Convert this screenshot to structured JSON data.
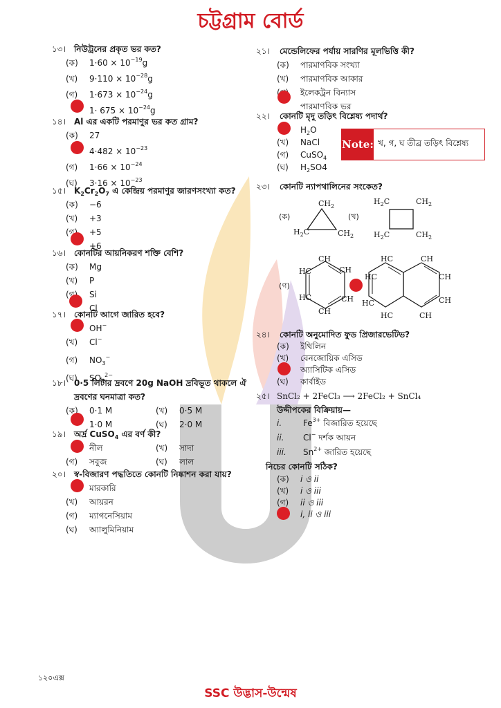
{
  "page": {
    "title": "চট্টগ্রাম বোর্ড",
    "footer_left": "১২০এক্স",
    "footer_brand": "SSC উদ্ভাস-উন্মেষ"
  },
  "q13": {
    "num": "১৩।",
    "text": "নিউট্রনের প্রকৃত ভর কত?",
    "opts": [
      {
        "label": "(ক)",
        "value": "1·60 × 10",
        "exp": "−19",
        "unit": "g"
      },
      {
        "label": "(খ)",
        "value": "9·110 × 10",
        "exp": "−28",
        "unit": "g"
      },
      {
        "label": "(গ)",
        "value": "1·673 × 10",
        "exp": "−24",
        "unit": "g"
      },
      {
        "label": "",
        "value": "1· 675 × 10",
        "exp": "−24",
        "unit": "g"
      }
    ]
  },
  "q14": {
    "num": "১৪।",
    "text": "Al এর একটি পরমাণুর ভর কত গ্রাম?",
    "opts": [
      {
        "label": "(ক)",
        "value": "27",
        "exp": ""
      },
      {
        "label": "",
        "value": "4·482 × 10",
        "exp": "−23"
      },
      {
        "label": "(গ)",
        "value": "1·66 × 10",
        "exp": "−24"
      },
      {
        "label": "(ঘ)",
        "value": "3·16 × 10",
        "exp": "−23"
      }
    ]
  },
  "q15": {
    "num": "১৫।",
    "formula_a": "K",
    "sub_a": "2",
    "formula_b": "Cr",
    "sub_b": "2",
    "formula_c": "O",
    "sub_c": "7",
    "text": " এ কেন্দ্রিয় পরমাণুর জারণসংখ্যা কত?",
    "opts": [
      {
        "label": "(ক)",
        "value": "−6"
      },
      {
        "label": "(খ)",
        "value": "+3"
      },
      {
        "label": "(গ)",
        "value": "+5"
      },
      {
        "label": "",
        "value": "+6"
      }
    ]
  },
  "q16": {
    "num": "১৬।",
    "text": "কোনটির আয়নিকরণ শক্তি বেশি?",
    "opts": [
      {
        "label": "(ক)",
        "value": "Mg"
      },
      {
        "label": "(খ)",
        "value": "P"
      },
      {
        "label": "(গ)",
        "value": "Si"
      },
      {
        "label": "",
        "value": "Cl"
      }
    ]
  },
  "q17": {
    "num": "১৭।",
    "text": "কোনটি আগে জারিত হবে?",
    "opts": [
      {
        "label": "",
        "value": "OH",
        "sup": "−",
        "sub": ""
      },
      {
        "label": "(খ)",
        "value": "Cl",
        "sup": "−",
        "sub": ""
      },
      {
        "label": "(গ)",
        "value": "NO",
        "sup": "−",
        "sub": "3"
      },
      {
        "label": "(ঘ)",
        "value": "SO",
        "sup": "2−",
        "sub": "4"
      }
    ]
  },
  "q18": {
    "num": "১৮।",
    "text_a": "0·5 লিটার দ্রবণে 20g NaOH দ্রবিভূত থাকলে ঐ",
    "text_b": "দ্রবণের ঘনমাত্রা কত?",
    "opts": [
      {
        "label": "(ক)",
        "value": "0·1 M"
      },
      {
        "label": "(খ)",
        "value": "0·5 M"
      },
      {
        "label": "",
        "value": "1·0 M"
      },
      {
        "label": "(ঘ)",
        "value": "2·0 M"
      }
    ]
  },
  "q19": {
    "num": "১৯।",
    "text_a": "অর্দ্র CuSO",
    "sub": "4",
    "text_b": " এর বর্ণ কী?",
    "opts": [
      {
        "label": "",
        "value": "নীল"
      },
      {
        "label": "(খ)",
        "value": "সাদা"
      },
      {
        "label": "(গ)",
        "value": "সবুজ"
      },
      {
        "label": "(ঘ)",
        "value": "লাল"
      }
    ]
  },
  "q20": {
    "num": "২০।",
    "text": "স্ব-বিজারণ পদ্ধতিতে কোনটি নিষ্কাশন করা যায়?",
    "opts": [
      {
        "label": "",
        "value": "মারকারি"
      },
      {
        "label": "(খ)",
        "value": "আয়রন"
      },
      {
        "label": "(গ)",
        "value": "ম্যাগনেসিয়াম"
      },
      {
        "label": "(ঘ)",
        "value": "অ্যালুমিনিয়াম"
      }
    ]
  },
  "q21": {
    "num": "২১।",
    "text": "মেন্ডেলিফের পর্যায় সারণির মূলভিত্তি কী?",
    "opts": [
      {
        "label": "(ক)",
        "value": "পারমাণবিক সংখ্যা"
      },
      {
        "label": "(খ)",
        "value": "পারমাণবিক আকার"
      },
      {
        "label": "(গ)",
        "value": "ইলেকট্রন বিন্যাস"
      },
      {
        "label": "",
        "value": "পারমাণবিক ভর"
      }
    ]
  },
  "q22": {
    "num": "২২।",
    "text": "কোনটি মৃদু তড়িৎ বিশ্লেষ্য পদার্থ?",
    "opts": [
      {
        "label": "",
        "value": "H",
        "sub": "2",
        "tail": "O"
      },
      {
        "label": "(খ)",
        "value": "NaCl",
        "sub": "",
        "tail": ""
      },
      {
        "label": "(গ)",
        "value": "CuSO",
        "sub": "4",
        "tail": ""
      },
      {
        "label": "(ঘ)",
        "value": "H",
        "sub": "2",
        "tail": "SO4"
      }
    ]
  },
  "note": {
    "label": "Note:",
    "text": "খ, গ, ঘ তীব্র তড়িৎ বিশ্লেষ্য"
  },
  "q23": {
    "num": "২৩।",
    "text": "কোনটি ন্যাপথালিনের সংকেত?",
    "opt_a": "(ক)",
    "opt_b": "(খ)",
    "opt_c": "(গ)",
    "ch2": "CH",
    "ch2_sub": "2",
    "h2c": "H",
    "h2c_sub": "2",
    "h2c_tail": "C",
    "ch": "CH",
    "hc": "HC"
  },
  "q24": {
    "num": "২৪।",
    "text": "কোনটি অনুমোদিত ফুড প্রিজারভেটিভ?",
    "opts": [
      {
        "label": "(ক)",
        "value": "ইথিলিন"
      },
      {
        "label": "(খ)",
        "value": "বেনজোয়িক এসিড"
      },
      {
        "label": "",
        "value": "অ্যাসিটিক এসিড"
      },
      {
        "label": "(ঘ)",
        "value": "কার্বাইড"
      }
    ]
  },
  "q25": {
    "num": "২৫।",
    "eq": "SnCl₂ + 2FeCl₃ ⟶ 2FeCl₂ + SnCl₄",
    "stem": "উদ্দীপকের বিক্রিয়ায়—",
    "stmts": [
      {
        "roman": "i.",
        "a": "Fe",
        "sup": "3+",
        "b": " বিজারিত হয়েছে"
      },
      {
        "roman": "ii.",
        "a": "Cl",
        "sup": "−",
        "b": " দর্শক আয়ন"
      },
      {
        "roman": "iii.",
        "a": "Sn",
        "sup": "2+",
        "b": " জারিত হয়েছে"
      }
    ],
    "ask": "নিচের কোনটি সঠিক?",
    "opts": [
      {
        "label": "(ক)",
        "value": "i ও ii"
      },
      {
        "label": "(খ)",
        "value": "i ও iii"
      },
      {
        "label": "(গ)",
        "value": "ii ও iii"
      },
      {
        "label": "",
        "value": "i, ii ও iii"
      }
    ]
  },
  "colors": {
    "accent": "#d21c24",
    "answer_dot": "#dc1f26"
  }
}
